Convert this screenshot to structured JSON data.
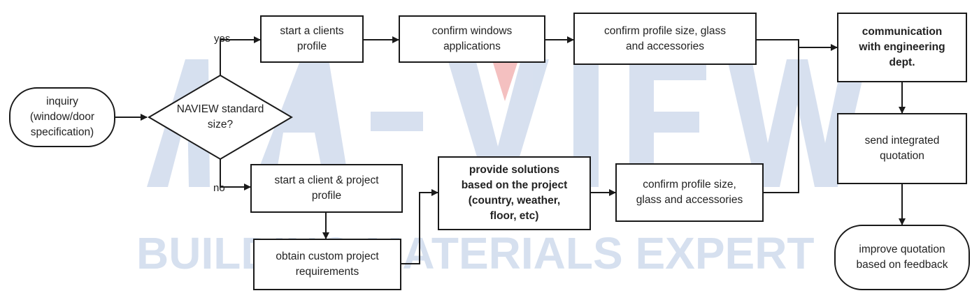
{
  "watermark": {
    "logo": "NA-VIEW",
    "tagline": "BUILDING MATERIALS EXPERT"
  },
  "nodes": {
    "inquiry": "inquiry\n(window/door\nspecification)",
    "decision": "NAVIEW standard\nsize?",
    "start_clients_profile": "start a clients\nprofile",
    "confirm_windows_applications": "confirm windows\napplications",
    "confirm_profile_top": "confirm profile size, glass\nand accessories",
    "communication_engineering": "communication\nwith engineering\ndept.",
    "start_client_project_profile": "start a client & project\nprofile",
    "obtain_custom_requirements": "obtain custom project\nrequirements",
    "provide_solutions": "provide solutions\nbased on the project\n(country, weather,\nfloor, etc)",
    "confirm_profile_bottom": "confirm profile size,\nglass and accessories",
    "send_integrated_quotation": "send integrated\nquotation",
    "improve_quotation": "improve quotation\nbased on feedback"
  },
  "edge_labels": {
    "yes": "yes",
    "no": "no"
  },
  "colors": {
    "stroke": "#1a1a1a",
    "watermark": "#c9d6ea",
    "watermark_accent": "#f3b9b9"
  }
}
